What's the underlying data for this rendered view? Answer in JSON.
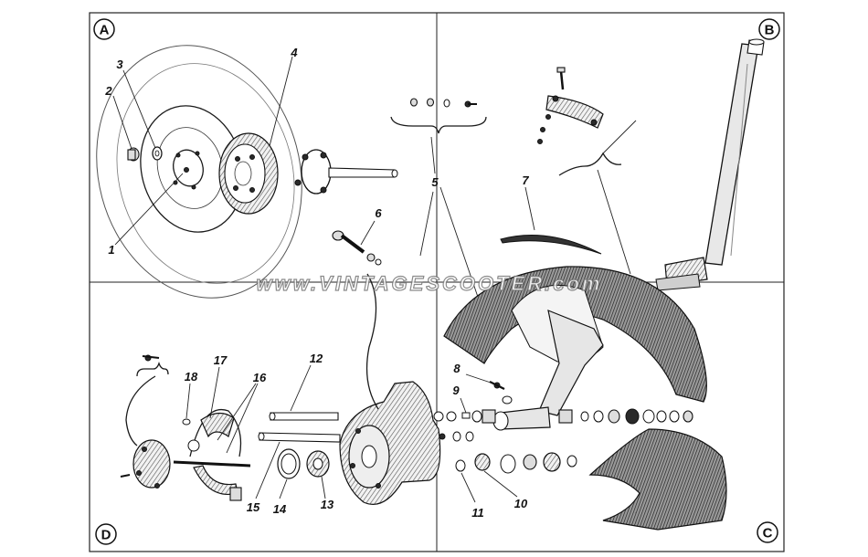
{
  "quadrants": [
    {
      "id": "A",
      "label": "A"
    },
    {
      "id": "B",
      "label": "B"
    },
    {
      "id": "C",
      "label": "C"
    },
    {
      "id": "D",
      "label": "D"
    }
  ],
  "callouts": {
    "c1": "1",
    "c2": "2",
    "c3": "3",
    "c4": "4",
    "c5": "5",
    "c6": "6",
    "c7": "7",
    "c8": "8",
    "c9": "9",
    "c10": "10",
    "c11": "11",
    "c12": "12",
    "c13": "13",
    "c14": "14",
    "c15": "15",
    "c16": "16",
    "c17": "17",
    "c18": "18"
  },
  "watermark": "www.VINTAGESCOOTER.com"
}
